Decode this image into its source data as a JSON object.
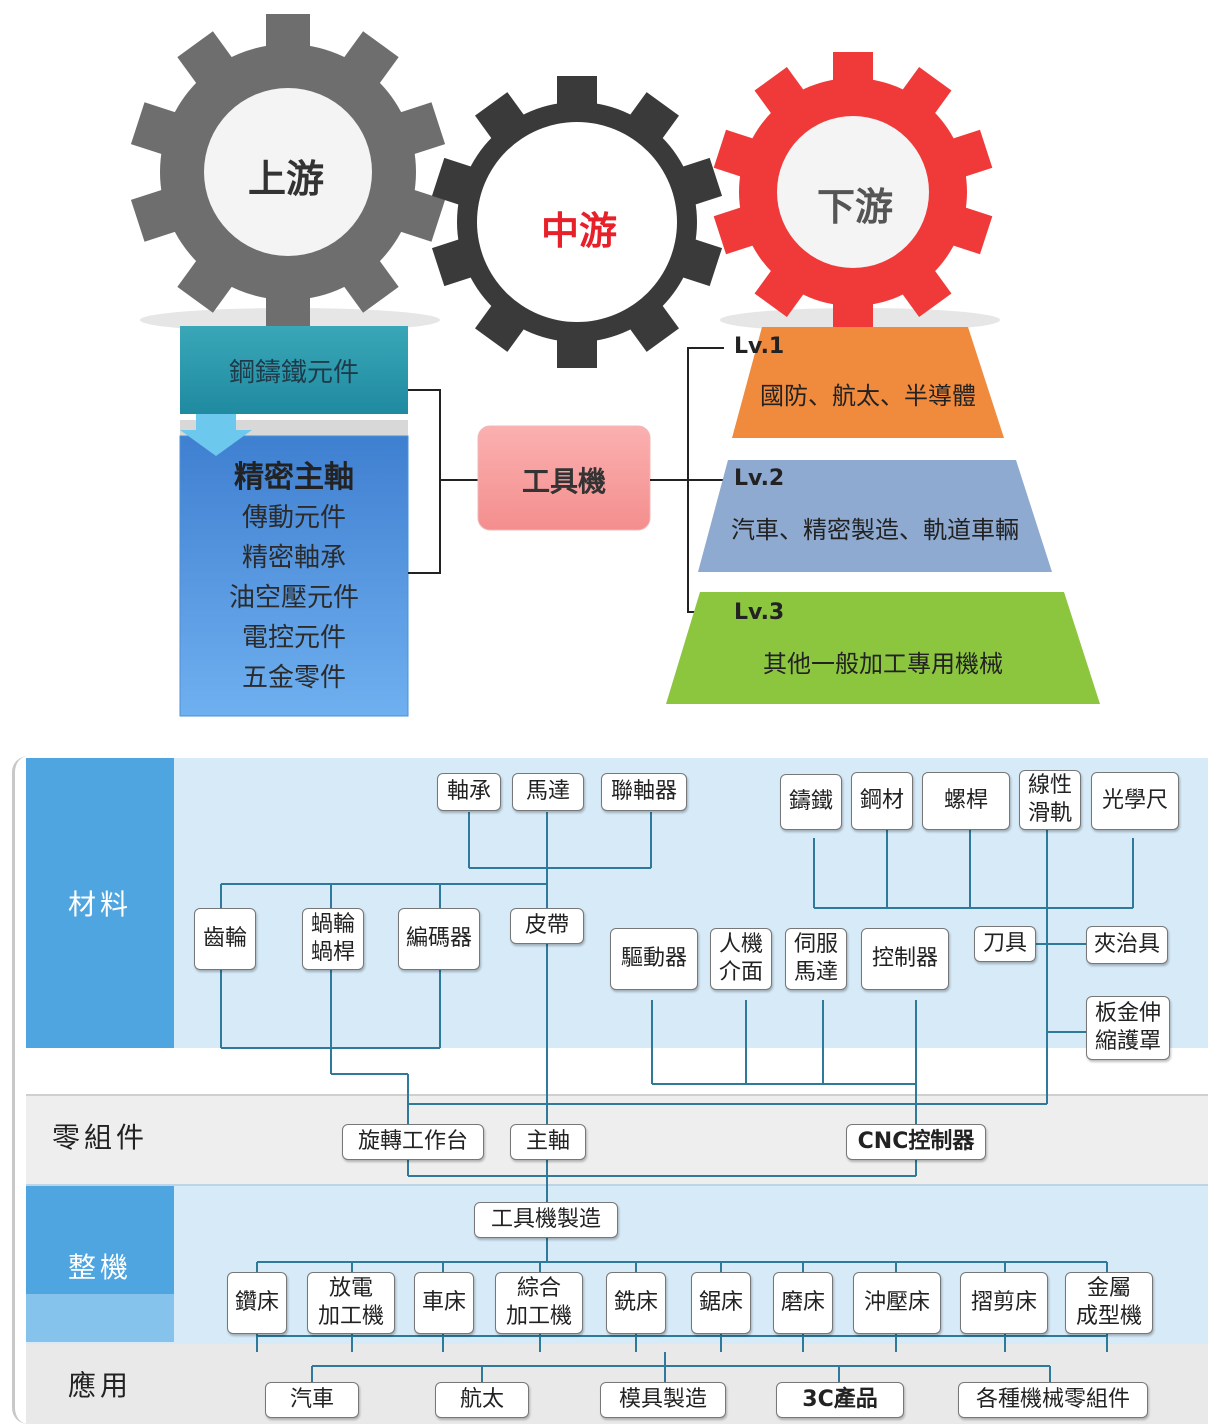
{
  "top": {
    "gears": {
      "upstream": "上游",
      "midstream": "中游",
      "downstream": "下游"
    },
    "supply": {
      "header": "鋼鑄鐵元件",
      "highlight": "精密主軸",
      "items": [
        "傳動元件",
        "精密軸承",
        "油空壓元件",
        "電控元件",
        "五金零件"
      ]
    },
    "center": "工具機",
    "levels": [
      {
        "title": "Lv.1",
        "text": "國防、航太、半導體"
      },
      {
        "title": "Lv.2",
        "text": "汽車、精密製造、軌道車輛"
      },
      {
        "title": "Lv.3",
        "text": "其他一般加工專用機械"
      }
    ],
    "colors": {
      "gear_gray": "#6e6e6e",
      "gear_dark": "#3a3a3a",
      "gear_red": "#f03a3a",
      "lv1": "#f08a3c",
      "lv2": "#8eaad0",
      "lv3": "#8cc63f",
      "center_box": "#f7a0a0"
    }
  },
  "bottom": {
    "bands": {
      "materials": "材料",
      "components": "零組件",
      "machine": "整機",
      "application": "應用"
    },
    "materials_top_left": [
      "軸承",
      "馬達",
      "聯軸器"
    ],
    "materials_top_right": [
      "鑄鐵",
      "鋼材",
      "螺桿",
      "線性\n滑軌",
      "光學尺"
    ],
    "materials_mid_left": [
      "齒輪",
      "蝸輪\n蝸桿",
      "編碼器",
      "皮帶"
    ],
    "materials_mid_right": [
      "驅動器",
      "人機\n介面",
      "伺服\n馬達",
      "控制器"
    ],
    "materials_side": [
      "刀具",
      "夾治具",
      "板金伸\n縮護罩"
    ],
    "components": [
      "旋轉工作台",
      "主軸",
      "CNC控制器"
    ],
    "manufacturing": "工具機製造",
    "machines": [
      "鑽床",
      "放電\n加工機",
      "車床",
      "綜合\n加工機",
      "銑床",
      "鋸床",
      "磨床",
      "沖壓床",
      "摺剪床",
      "金屬\n成型機"
    ],
    "applications": [
      "汽車",
      "航太",
      "模具製造",
      "3C產品",
      "各種機械零組件"
    ]
  }
}
